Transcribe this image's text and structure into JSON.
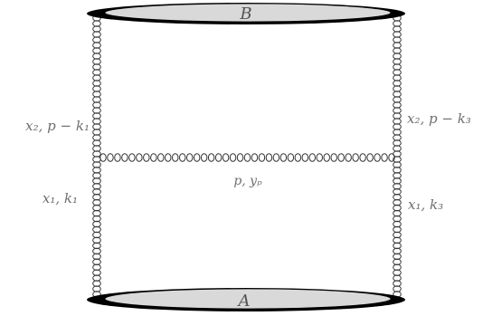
{
  "diagram": {
    "top_blob_label": "B",
    "bottom_blob_label": "A",
    "left_upper_label": "x₂, p − k₁",
    "right_upper_label": "x₂, p − k₃",
    "left_lower_label": "x₁, k₁",
    "right_lower_label": "x₁, k₃",
    "rung_label": "p, yₚ"
  },
  "colors": {
    "blob_fill": "#d9d9d9",
    "blob_edge": "#000000",
    "gluon": "#333333",
    "label": "#6f6f6f"
  }
}
